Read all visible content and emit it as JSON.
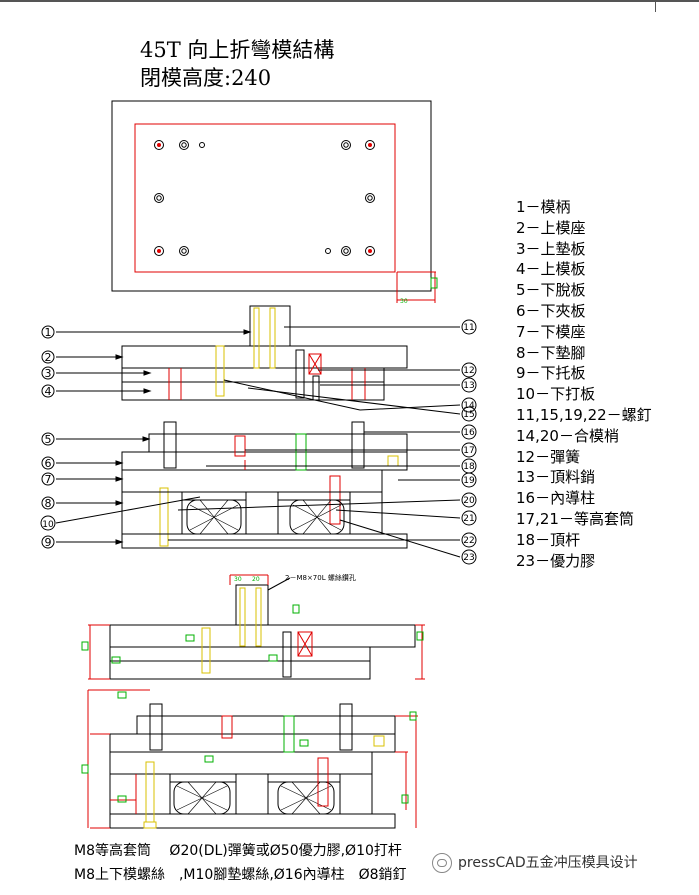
{
  "title": {
    "line1": "45T 向上折彎模結構",
    "line2": "閉模高度:240"
  },
  "legend": [
    "1－模柄",
    "2－上模座",
    "3－上墊板",
    "4－上模板",
    "5－下脫板",
    "6－下夾板",
    "7－下模座",
    "8－下墊腳",
    "9－下托板",
    "10－下打板",
    "11,15,19,22－螺釘",
    "14,20－合模梢",
    "12－彈簧",
    "13－頂料銷",
    "16－內導柱",
    "17,21－等高套筒",
    "18－頂杆",
    "23－優力膠"
  ],
  "callouts_left": [
    "①",
    "②",
    "③",
    "④",
    "⑤",
    "⑥",
    "⑦",
    "⑧",
    "⑩",
    "⑨"
  ],
  "callouts_right": [
    "⑪",
    "⑫",
    "⑬",
    "⑭",
    "⑮",
    "⑯",
    "⑰",
    "⑱",
    "⑲",
    "⑳",
    "㉑",
    "㉒",
    "㉓"
  ],
  "dimension_labels": {
    "top_view_small": "30",
    "bottom_top_30": "30",
    "bottom_top_20": "20",
    "screw_note": "2－M8×70L 螺絲鑽孔"
  },
  "notes": {
    "line1": "M8等高套筒　 Ø20(DL)彈簧或Ø50優力膠,Ø10打杆",
    "line2": "M8上下模螺絲　,M10腳墊螺絲,Ø16內導柱　Ø8銷釘"
  },
  "watermark": "pressCAD五金冲压模具设计",
  "colors": {
    "line": "#000000",
    "red": "#e00000",
    "green": "#00b000",
    "magenta": "#d0008a",
    "yellow": "#d8c000"
  }
}
